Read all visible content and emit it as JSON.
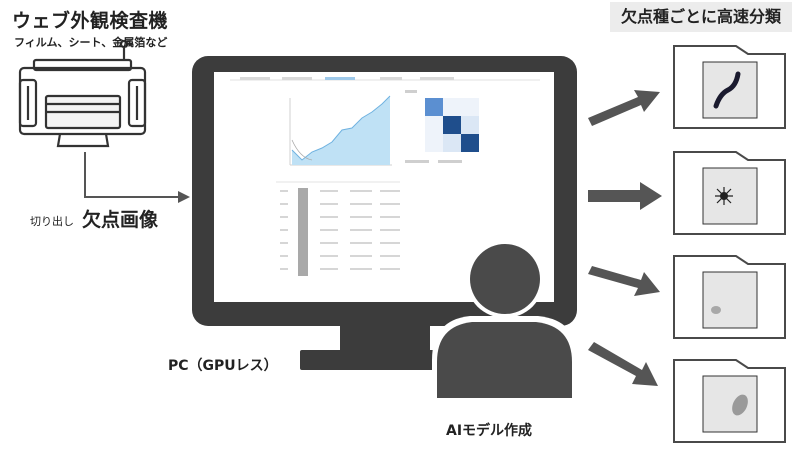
{
  "title": "ウェブ外観検査機",
  "subtitle": "フィルム、シート、金属箔など",
  "crop_label": "切り出し",
  "defect_image_label": "欠点画像",
  "pc_label": "PC（GPUレス）",
  "ai_label": "AIモデル作成",
  "classify_label": "欠点種ごとに高速分類",
  "icons": [
    "web-inspection-machine-icon",
    "monitor-icon",
    "person-icon",
    "folder-icon"
  ],
  "colors": {
    "dark": "#3c3c3c",
    "folder_border": "#4a4a4a",
    "folder_fill": "#ffffff",
    "thumb": "#e6e6e6",
    "heatmap_dark": "#1f4e8c",
    "area_fill": "#bfe1f5"
  }
}
